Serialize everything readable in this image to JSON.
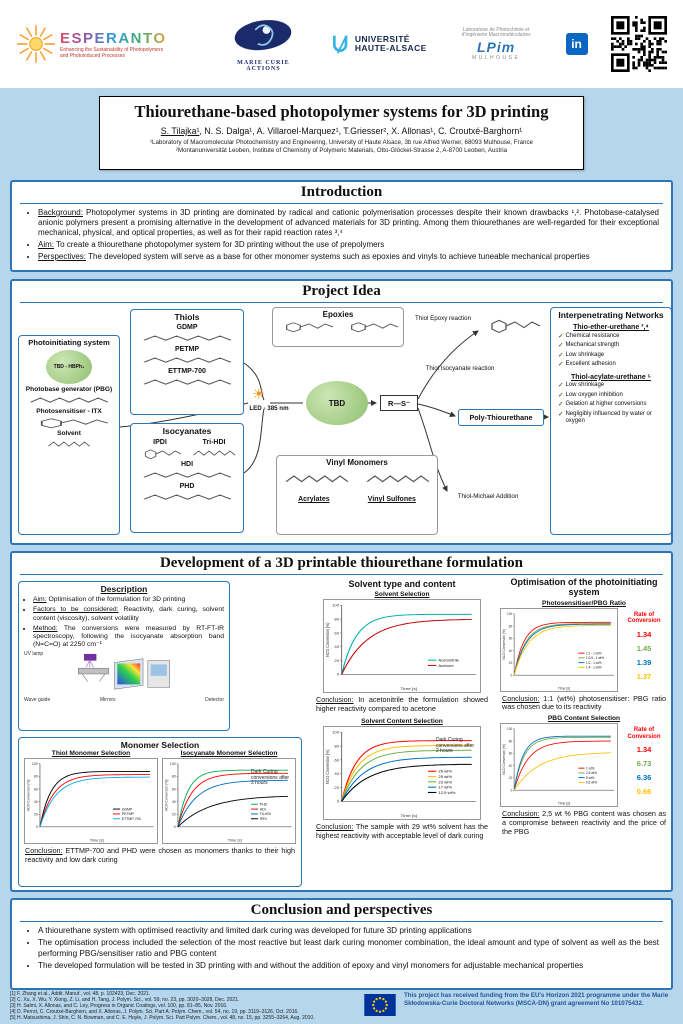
{
  "icons": {
    "check": "✓",
    "sun": "☀",
    "linkedin": "in"
  },
  "colors": {
    "background": "#b5d6ec",
    "section_border": "#2e75b6",
    "rate_heading_red": "#ff0000",
    "funding_blue": "#1f5597",
    "check_green": "#538135",
    "blob_green": "#8fbf6f"
  },
  "header": {
    "esperanto": {
      "name": "ESPERANTO",
      "tagline1": "Enhancing the Sustainability of Photopolymers",
      "tagline2": "and Photoinduced Processes"
    },
    "marie_curie": "MARIE CURIE ACTIONS",
    "university": {
      "line1": "UNIVERSITÉ",
      "line2": "HAUTE-ALSACE"
    },
    "lpim": {
      "small": "Laboratoire de Photochimie et d'Ingénierie Macromoléculaires",
      "name": "LPim",
      "city": "MULHOUSE"
    }
  },
  "title_block": {
    "title": "Thiourethane-based photopolymer systems for 3D printing",
    "author_first": "S. Tilajka¹",
    "authors_rest": ", N. S. Dalga¹, A. Villaroel-Marquez¹, T.Griesser², X. Allonas¹, C. Croutxé-Barghorn¹",
    "affiliation1": "¹Laboratory of Macromolecular Photochemistry and Engineering, University of Haute Alsace, 3b rue Alfred Werner, 68093 Mulhouse, France",
    "affiliation2": "²Montanuniversität Leoben, Institute of Chemistry of Polymeric Materials, Otto-Glöckel-Strasse 2, A-8700 Leoben, Austria"
  },
  "introduction": {
    "heading": "Introduction",
    "items": [
      {
        "label": "Background:",
        "text": "Photopolymer systems in 3D printing are dominated by radical and cationic polymerisation processes despite their known drawbacks ¹,². Photobase-catalysed anionic polymers present a promising alternative in the development of advanced materials for 3D printing. Among them thiourethanes are well-regarded for their exceptional mechanical, physical, and optical properties, as well as for their rapid reaction rates ³,⁴"
      },
      {
        "label": "Aim:",
        "text": "To create a thiourethane photopolymer system for 3D printing without the use of prepolymers"
      },
      {
        "label": "Perspectives:",
        "text": "The developed system will serve as a base for other monomer systems such as epoxies and vinyls to achieve tuneable mechanical properties"
      }
    ]
  },
  "project_idea": {
    "heading": "Project Idea",
    "photoinitiating": {
      "title": "Photoinitiating system",
      "blob_label": "TBD - HBPh₄",
      "pbg": "Photobase generator (PBG)",
      "sensitiser": "Photosensitiser - ITX",
      "solvent": "Solvent"
    },
    "thiols": {
      "title": "Thiols",
      "items": [
        "GDMP",
        "PETMP",
        "ETTMP-700"
      ]
    },
    "isocyanates": {
      "title": "Isocyanates",
      "items": [
        "IPDI",
        "Tri-HDI",
        "HDI",
        "PHD"
      ]
    },
    "led": "LED - 385 nm",
    "tbd": "TBD",
    "thiolate": "R—S⁻",
    "epoxies_title": "Epoxies",
    "thiol_epoxy": "Thiol Epoxy reaction",
    "thiol_isocyanate": "Thiol Isocyanate reaction",
    "product": "Poly-Thiourethane",
    "vinyl": {
      "title": "Vinyl Monomers",
      "items": [
        "Acrylates",
        "Vinyl Sulfones"
      ]
    },
    "michael": "Thiol-Michael Addition",
    "networks": {
      "title": "Interpenetrating Networks",
      "groups": [
        {
          "name": "Thio-ether-urethane ³,⁴",
          "items": [
            "Chemical resistance",
            "Mechanical strength",
            "Low shrinkage",
            "Excellent adhesion"
          ]
        },
        {
          "name": "Thiol-acylate-urethane ⁵",
          "items": [
            "Low shrinkage",
            "Low oxygen inhibition",
            "Gelation at higher conversions",
            "Negligibly influenced by water or oxygen"
          ]
        }
      ]
    }
  },
  "development": {
    "heading": "Development of a 3D printable thiourethane formulation",
    "description": {
      "title": "Description",
      "items": [
        {
          "label": "Aim:",
          "text": "Optimisation of the formulation for 3D printing"
        },
        {
          "label": "Factors to be considered:",
          "text": "Reactivity, dark curing, solvent content (viscosity), solvent volatility"
        },
        {
          "label": "Method:",
          "text": "The conversions were measured by RT-FT-IR spectroscopy, following the isocyanate absorption band (N=C=O) at 2250 cm⁻¹"
        }
      ],
      "setup_labels": [
        "UV lamp",
        "Wave guide",
        "Mirrors",
        "Detector"
      ]
    },
    "monomer": {
      "title": "Monomer Selection",
      "conclusion_label": "Conclusion:",
      "conclusion": "ETTMP-700 and PHD were chosen as monomers thanks to their high reactivity and low dark curing"
    },
    "solvent": {
      "title": "Solvent type and content",
      "conclusion1_label": "Conclusion:",
      "conclusion1": "In acetonitrile the formulation showed higher reactivity compared to acetone",
      "conclusion2_label": "Conclusion:",
      "conclusion2": "The sample with 29 wt% solvent has the highest reactivity with acceptable level of dark curing"
    },
    "photoinit": {
      "title": "Optimisation of the photoinitiating system",
      "conclusion1_label": "Conclusion:",
      "conclusion1": "1:1 (wt%) photosensitiser: PBG ratio was chosen due to its reactivity",
      "conclusion2_label": "Conclusion:",
      "conclusion2": "2,5 wt % PBG content was chosen as a compromise between reactivity and the price of the PBG",
      "rate_tables": [
        {
          "heading": "Rate of Conversion",
          "values": [
            {
              "v": "1.34",
              "color": "#ff0000"
            },
            {
              "v": "1.45",
              "color": "#70ad47"
            },
            {
              "v": "1.39",
              "color": "#0070c0"
            },
            {
              "v": "1.37",
              "color": "#ffc000"
            }
          ]
        },
        {
          "heading": "Rate of Conversion",
          "values": [
            {
              "v": "1.34",
              "color": "#ff0000"
            },
            {
              "v": "6.73",
              "color": "#70ad47"
            },
            {
              "v": "6.36",
              "color": "#0070c0"
            },
            {
              "v": "0.66",
              "color": "#ffc000"
            }
          ]
        }
      ]
    }
  },
  "chart_data": [
    {
      "type": "line",
      "title": "Thiol Monomer Selection",
      "xlabel": "Time [s]",
      "ylabel": "NCO Conversion [%]",
      "xlim": [
        0,
        300
      ],
      "ylim": [
        0,
        100
      ],
      "legend_position": "lower right",
      "grid": false,
      "series": [
        {
          "name": "GDMP",
          "color": "#000000",
          "plateau": 88,
          "rate": 10
        },
        {
          "name": "PETMP",
          "color": "#ff0000",
          "plateau": 83,
          "rate": 8
        },
        {
          "name": "ETTMP-700",
          "color": "#00b0f0",
          "plateau": 79,
          "rate": 7
        }
      ]
    },
    {
      "type": "line",
      "title": "Isocyanate Monomer Selection",
      "xlabel": "Time [s]",
      "ylabel": "NCO Conversion [%]",
      "xlim": [
        0,
        300
      ],
      "ylim": [
        0,
        100
      ],
      "legend_position": "lower right",
      "grid": false,
      "annotation": "Dark Curing conversions after 2 hours",
      "series": [
        {
          "name": "PHD",
          "color": "#00b050",
          "plateau": 90,
          "rate": 11
        },
        {
          "name": "HDI",
          "color": "#ff0000",
          "plateau": 85,
          "rate": 8
        },
        {
          "name": "Tri-HDI",
          "color": "#0070c0",
          "plateau": 74,
          "rate": 6
        },
        {
          "name": "IPDI",
          "color": "#000000",
          "plateau": 50,
          "rate": 3.5
        }
      ]
    },
    {
      "type": "line",
      "title": "Solvent Selection",
      "xlabel": "Time [s]",
      "ylabel": "NCO Conversion [%]",
      "xlim": [
        0,
        300
      ],
      "ylim": [
        0,
        100
      ],
      "legend_position": "lower right",
      "grid": false,
      "series": [
        {
          "name": "Acetonitrile",
          "color": "#00b0b0",
          "plateau": 87,
          "rate": 9
        },
        {
          "name": "Acetone",
          "color": "#c00000",
          "plateau": 80,
          "rate": 5
        }
      ]
    },
    {
      "type": "line",
      "title": "Solvent Content Selection",
      "xlabel": "Time [s]",
      "ylabel": "NCO Conversion [%]",
      "xlim": [
        0,
        300
      ],
      "ylim": [
        0,
        100
      ],
      "legend_position": "lower right",
      "grid": false,
      "annotation": "Dark Curing conversions after 2 hours",
      "series": [
        {
          "name": "29 wt%",
          "color": "#ff0000",
          "plateau": 88,
          "rate": 9
        },
        {
          "name": "25 wt%",
          "color": "#ffc000",
          "plateau": 81,
          "rate": 8
        },
        {
          "name": "23 wt%",
          "color": "#70ad47",
          "plateau": 74,
          "rate": 7
        },
        {
          "name": "17 wt%",
          "color": "#0070c0",
          "plateau": 64,
          "rate": 6
        },
        {
          "name": "12,5 wt%",
          "color": "#000000",
          "plateau": 54,
          "rate": 5
        }
      ]
    },
    {
      "type": "line",
      "title": "Photosensitiser/PBG Ratio",
      "xlabel": "Time [s]",
      "ylabel": "NCO Conversion [%]",
      "xlim": [
        0,
        300
      ],
      "ylim": [
        0,
        100
      ],
      "legend_position": "lower right",
      "grid": false,
      "series": [
        {
          "name": "1:1 - 1 wt%",
          "color": "#ff0000",
          "plateau": 86,
          "rate": 10
        },
        {
          "name": "1:0,5 - 1 wt%",
          "color": "#70ad47",
          "plateau": 84,
          "rate": 8.5
        },
        {
          "name": "1:2 - 1 wt%",
          "color": "#0070c0",
          "plateau": 83,
          "rate": 8
        },
        {
          "name": "1:4 - 1 wt%",
          "color": "#ffc000",
          "plateau": 81,
          "rate": 7
        }
      ]
    },
    {
      "type": "line",
      "title": "PBG Content Selection",
      "xlabel": "Time [s]",
      "ylabel": "NCO Conversion [%]",
      "xlim": [
        0,
        300
      ],
      "ylim": [
        0,
        100
      ],
      "legend_position": "lower right",
      "grid": false,
      "series": [
        {
          "name": "1 wt%",
          "color": "#ff0000",
          "plateau": 80,
          "rate": 7
        },
        {
          "name": "2,5 wt%",
          "color": "#70ad47",
          "plateau": 86,
          "rate": 10
        },
        {
          "name": "5 wt%",
          "color": "#0070c0",
          "plateau": 88,
          "rate": 11
        },
        {
          "name": "0,5 wt%",
          "color": "#ffc000",
          "plateau": 62,
          "rate": 4
        }
      ]
    }
  ],
  "conclusion": {
    "heading": "Conclusion and perspectives",
    "items": [
      "A thiourethane system with optimised reactivity and limited dark curing was developed for future 3D printing applications",
      "The optimisation process included the selection of the most reactive but least dark curing monomer combination, the ideal amount and type of solvent as well as the best performing PBG/sensitiser ratio and PBG content",
      "The developed formulation will be tested in 3D printing with and without the addition of epoxy and vinyl monomers for adjustable mechanical properties"
    ]
  },
  "footer": {
    "references": [
      "[1] F. Zhang et al., Addit. Manuf., vol. 48, p. 102423, Dec. 2021.",
      "[2] C. Xu, X. Wu, Y. Xiong, Z. Li, and H. Tang, J. Polym. Sci., vol. 59, no. 23, pp. 3020–3028, Dec. 2021.",
      "[3] H. Salmi, X. Allonas, and C. Ley, Progress in Organic Coatings, vol. 100, pp. 81–85, Nov. 2016.",
      "[4] D. Perrot, C. Croutxé-Barghorn, and X. Allonas, J. Polym. Sci. Part A: Polym. Chem., vol. 54, no. 19, pp. 3119–3126, Oct. 2016.",
      "[5] H. Matsushima, J. Shin, C. N. Bowman, and C. E. Hoyle, J. Polym. Sci. Part Polym. Chem., vol. 48, no. 15, pp. 3255–3264, Aug. 2010."
    ],
    "funding": "This project has received funding from the EU's Horizon 2021 programme under the Marie Skłodowska-Curie Doctoral Networks (MSCA-DN) grant agreement No 101075432."
  }
}
